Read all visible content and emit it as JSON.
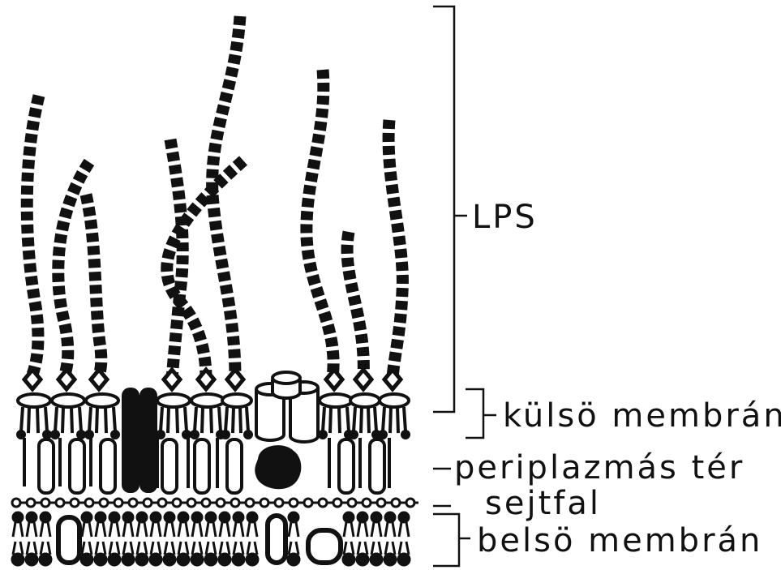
{
  "labels": {
    "lps": "LPS",
    "outer_membrane": "külsö membrán",
    "periplasmic_space": "periplazmás tér",
    "cell_wall": "sejtfal",
    "inner_membrane": "belsö membrán"
  },
  "colors": {
    "ink": "#111111",
    "background": "#ffffff"
  }
}
